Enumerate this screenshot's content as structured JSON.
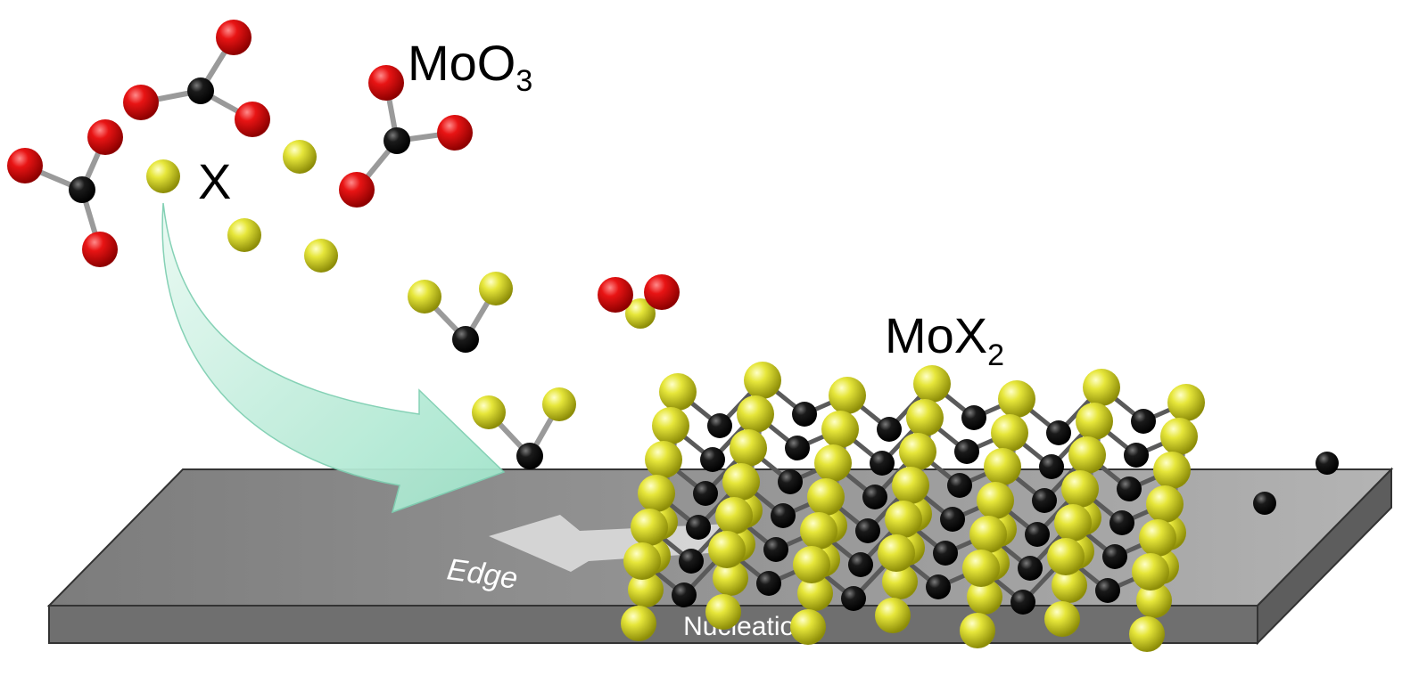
{
  "labels": {
    "moo3_main": "MoO",
    "moo3_sub": "3",
    "x": "X",
    "mox2_main": "MoX",
    "mox2_sub": "2",
    "edge": "Edge",
    "nucleation": "Nucleation"
  },
  "colors": {
    "oxygen": "#e01010",
    "molybdenum": "#111111",
    "chalcogen": "#e2e236",
    "substrate_top": "#8a8a8a",
    "substrate_front": "#6f6f6f",
    "arrow": "#a7e6cf"
  },
  "icons": {
    "oxygen_atom": "red-sphere",
    "molybdenum_atom": "black-sphere",
    "chalcogen_atom": "yellow-sphere"
  }
}
